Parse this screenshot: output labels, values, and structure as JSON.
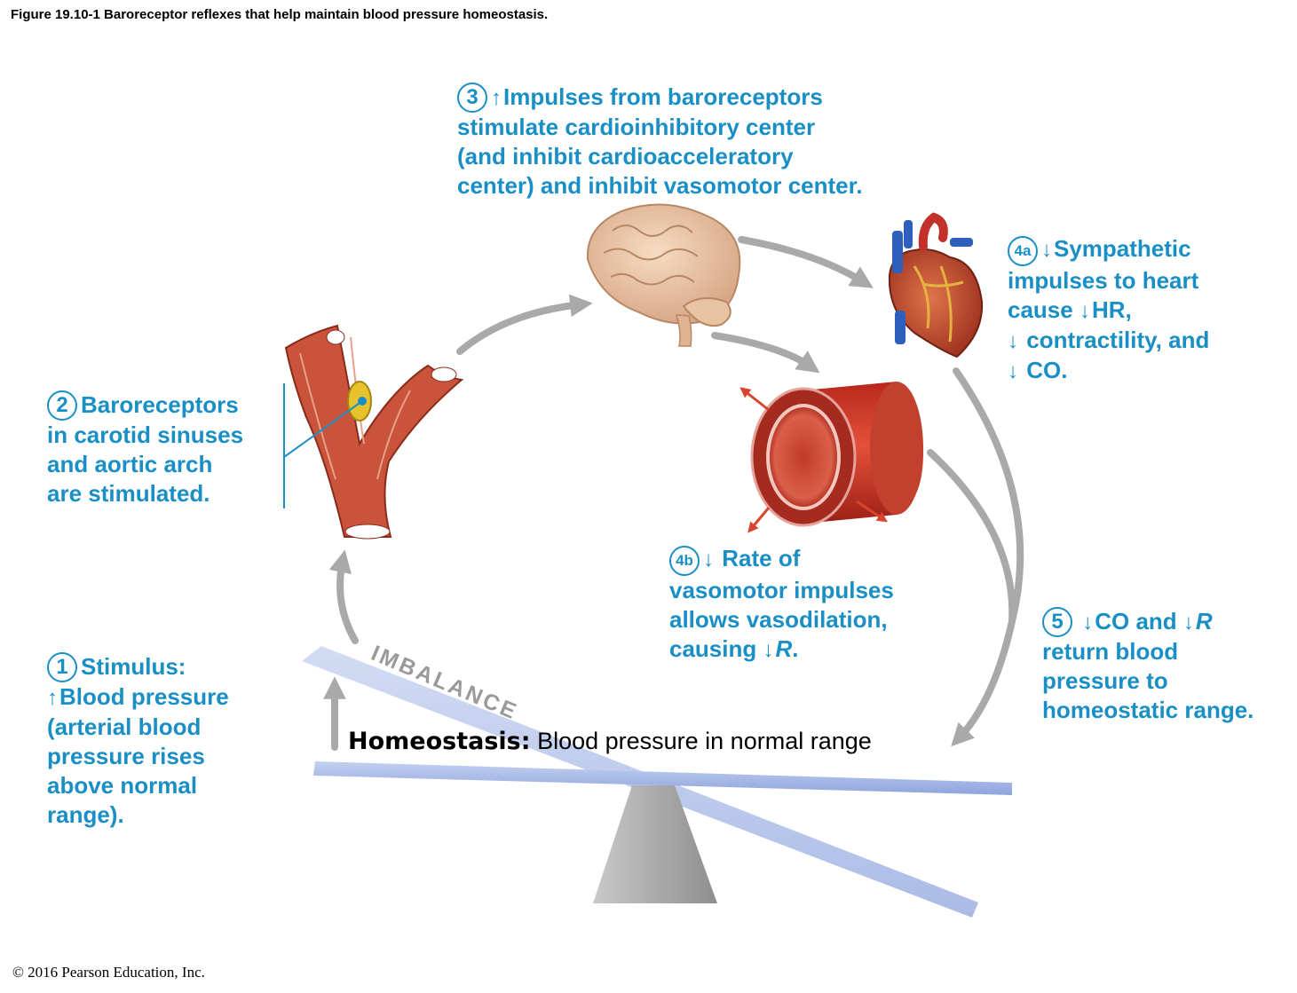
{
  "figure_title": "Figure 19.10-1 Baroreceptor reflexes that help maintain blood pressure homeostasis.",
  "copyright": "© 2016 Pearson Education, Inc.",
  "colors": {
    "step_text": "#1a8fc6",
    "arrow": "#a9a9a9",
    "red_arrow": "#d9442e",
    "seesaw": "#a9bde8"
  },
  "step1": {
    "number": "1",
    "heading": "Stimulus:",
    "arrow": "up",
    "lines": [
      "Blood pressure",
      "(arterial blood",
      "pressure rises",
      "above normal",
      "range)."
    ]
  },
  "step2": {
    "number": "2",
    "lines": [
      "Baroreceptors",
      "in carotid sinuses",
      "and aortic arch",
      "are stimulated."
    ]
  },
  "step3": {
    "number": "3",
    "arrow": "up",
    "lines": [
      "Impulses from baroreceptors",
      "stimulate cardioinhibitory center",
      "(and inhibit cardioacceleratory",
      "center) and inhibit vasomotor center."
    ]
  },
  "step4a": {
    "number": "4a",
    "line1": "Sympathetic",
    "line2": "impulses to heart",
    "line3_pre": "cause",
    "line3_post": "HR,",
    "line4": "contractility, and",
    "line5": "CO."
  },
  "step4b": {
    "number": "4b",
    "line1": "Rate of",
    "line2": "vasomotor impulses",
    "line3": "allows vasodilation,",
    "line4_pre": "causing",
    "line4_var": "R",
    "line4_post": "."
  },
  "step5": {
    "number": "5",
    "line1_a": "CO and",
    "line1_var": "R",
    "line2": "return blood",
    "line3": "pressure to",
    "line4": "homeostatic range."
  },
  "homeostasis": {
    "label": "Homeostasis:",
    "text": "Blood pressure in normal range"
  },
  "imbalance_label": "IMBALANCE"
}
